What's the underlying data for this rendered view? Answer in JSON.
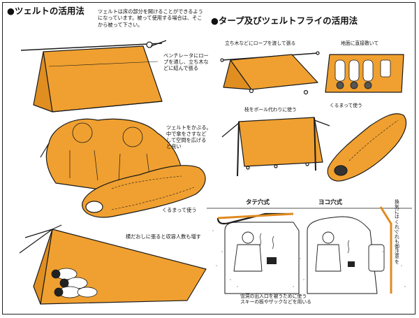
{
  "left_section": {
    "title": "●ツェルトの活用法",
    "intro": "ツェルトは床の部分を開けることができるようになっています。被って使用する場合は、そこから被って下さい。",
    "ventilator_note": "ベンチレータにロー\nプを通し、立ち木な\nどに結んで張る",
    "cover_note": "ツェルトをかぶる。\n中で傘をさすなど\nして空間を広げる\nと良い",
    "wrap_note": "くるまって使う",
    "sideways_note": "横だおしに張ると収容人数も増す"
  },
  "right_section": {
    "title": "●タープ及びツェルトフライの活用法",
    "trees_note": "立ち木などにロープを渡して張る",
    "ground_note": "地面に直接敷いて",
    "pole_note": "枝をポール代わりに使う",
    "wrap_note": "くるまって使う",
    "vertical_hole": "タテ穴式",
    "horizontal_hole": "ヨコ穴式",
    "snow_note": "換気にはくれぐれも御注意を",
    "entrance_note": "雪洞の出入口を被うために使う\nスキーの板やザックなどを用いる"
  },
  "colors": {
    "tarp": "#F0A030",
    "outline": "#1a1a1a",
    "snow_line": "#E08A20"
  }
}
